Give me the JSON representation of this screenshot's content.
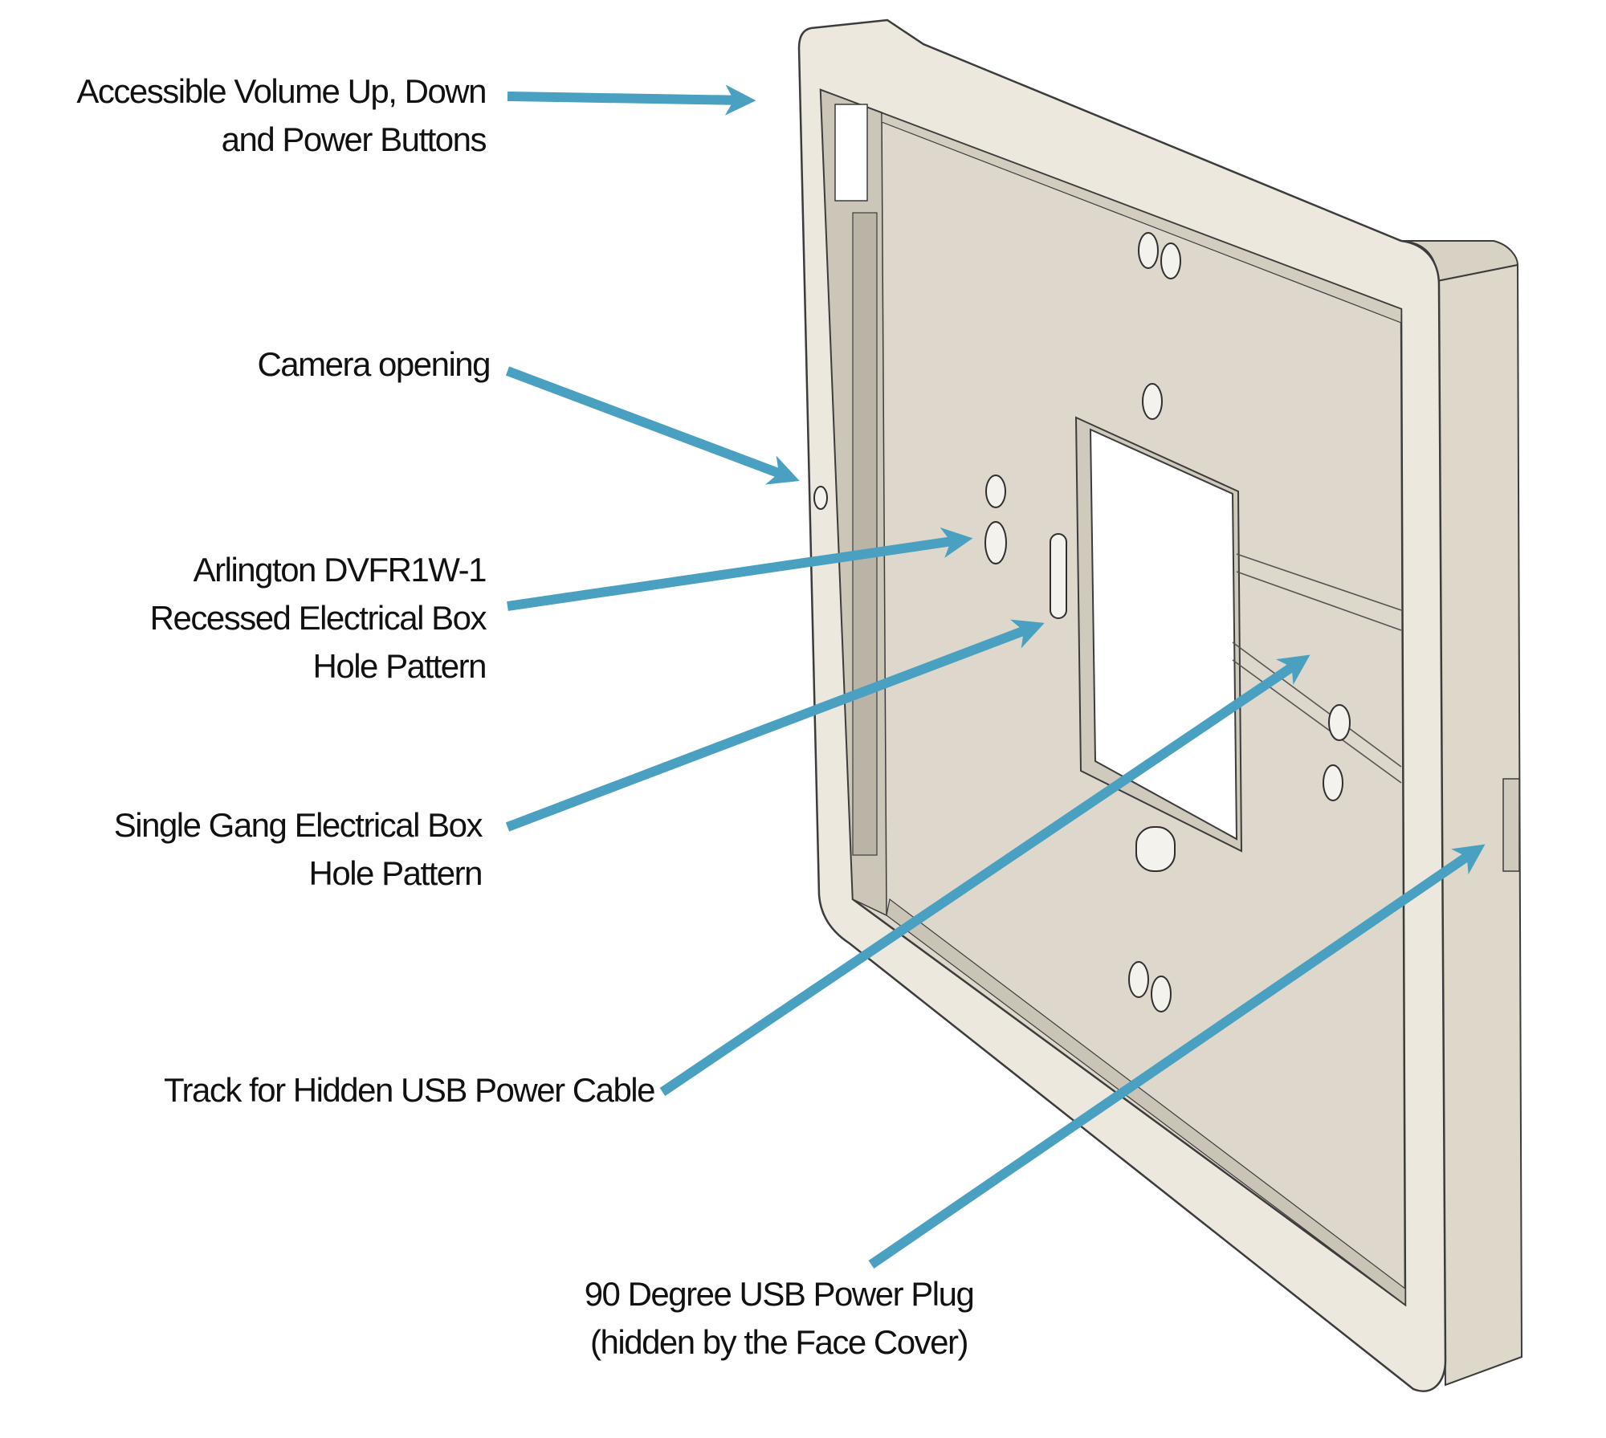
{
  "colors": {
    "background": "#ffffff",
    "arrow": "#4aa0c0",
    "plate_face": "#ddd8cb",
    "frame": "#ece8de",
    "frame_shadow": "#cfcabb",
    "outline": "#3c3c3c",
    "label_text": "#111111"
  },
  "callouts": [
    {
      "id": "buttons",
      "lines": [
        "Accessible Volume Up, Down",
        "and Power Buttons"
      ]
    },
    {
      "id": "camera",
      "lines": [
        "Camera opening"
      ]
    },
    {
      "id": "arlington",
      "lines": [
        "Arlington DVFR1W-1",
        "Recessed Electrical Box",
        "Hole Pattern"
      ]
    },
    {
      "id": "single_gang",
      "lines": [
        "Single Gang Electrical Box",
        "Hole Pattern"
      ]
    },
    {
      "id": "usb_track",
      "lines": [
        "Track for  Hidden USB Power Cable"
      ]
    },
    {
      "id": "usb_plug",
      "lines": [
        "90 Degree USB Power Plug",
        "(hidden by the Face Cover)"
      ]
    }
  ]
}
